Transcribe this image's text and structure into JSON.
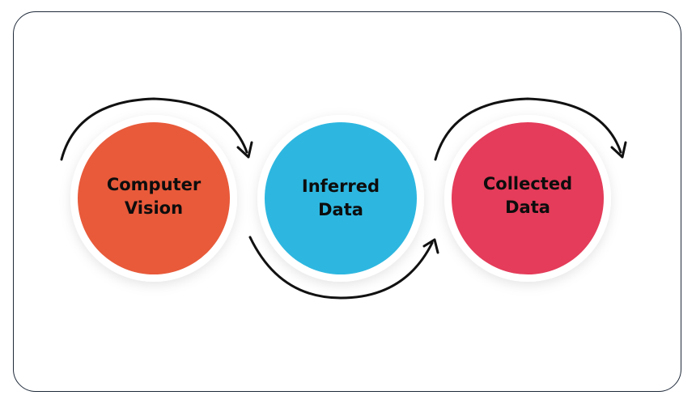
{
  "nodes": [
    {
      "id": "computer-vision",
      "line1": "Computer",
      "line2": "Vision",
      "color": "#e85a3a"
    },
    {
      "id": "inferred-data",
      "line1": "Inferred",
      "line2": "Data",
      "color": "#2db7e0"
    },
    {
      "id": "collected-data",
      "line1": "Collected",
      "line2": "Data",
      "color": "#e43c5a"
    }
  ],
  "colors": {
    "frame_border": "#1f2a3a",
    "arrow": "#111111",
    "halo": "#ffffff",
    "text": "#0d0d0d"
  }
}
